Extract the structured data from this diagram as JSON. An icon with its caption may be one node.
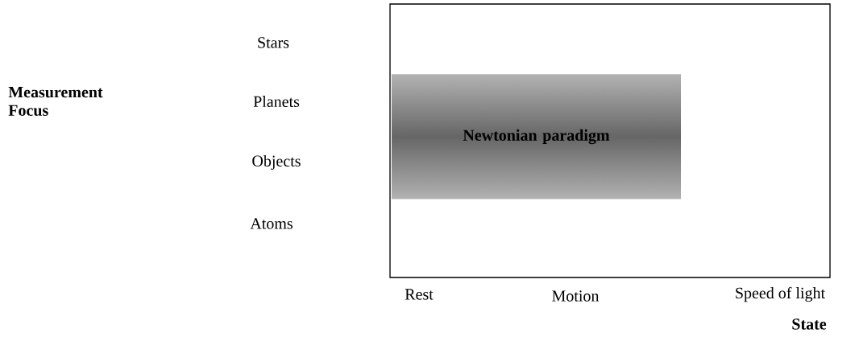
{
  "diagram": {
    "nodes": [
      {
        "text": [],
        "shape": "box"
      },
      {
        "text": [
          "Newtonian paradigm"
        ],
        "in": 0
      }
    ],
    "labels": [
      "Stars",
      "Measurement Focus",
      "Planets",
      "Objects",
      "Atoms",
      "Rest",
      "Motion",
      "Speed of light",
      "State"
    ]
  }
}
